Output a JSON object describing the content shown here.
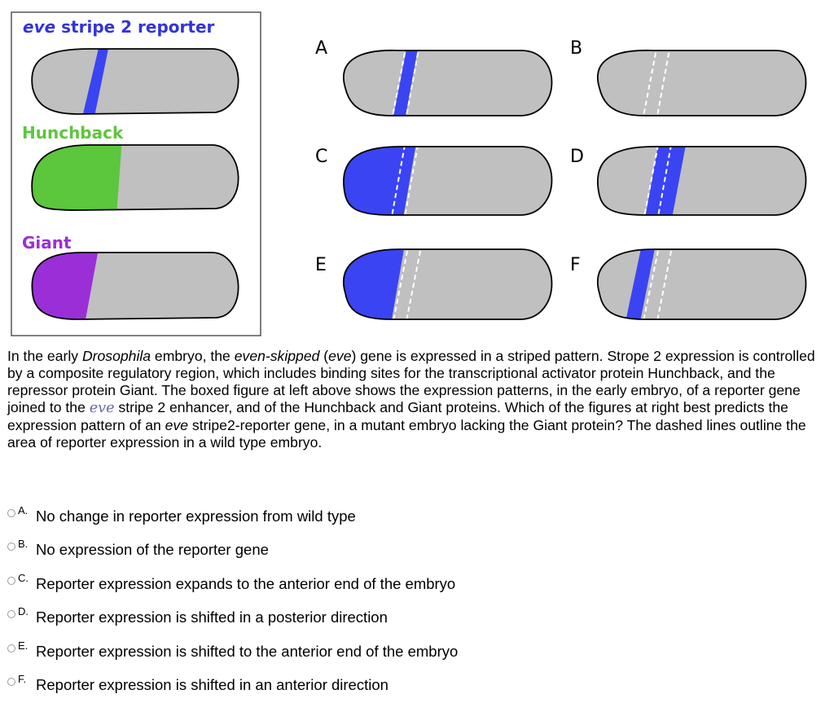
{
  "colors": {
    "embryo_fill": "#c0c0c0",
    "eve_stripe": "#3b44f2",
    "hunchback": "#5cc63c",
    "giant": "#9a2fd8",
    "title_blue": "#3333dd",
    "dashed": "#ffffff"
  },
  "legend_box": {
    "eve_label_italic": "eve",
    "eve_label_rest": " stripe 2 reporter",
    "hunchback_label": "Hunchback",
    "giant_label": "Giant"
  },
  "panels": [
    "A",
    "B",
    "C",
    "D",
    "E",
    "F"
  ],
  "question": {
    "part1": "In the early ",
    "part2_italic": "Drosophila",
    "part3": " embryo, the ",
    "part4_italic": "even-skipped",
    "part5": " (",
    "part6_italic": "eve",
    "part7": ") gene is expressed in a striped pattern. Strope 2 expression is controlled by a composite regulatory region, which includes binding sites for the transcriptional activator protein Hunchback, and the repressor protein Giant. The boxed figure at left above shows the expression patterns, in the early embryo, of a reporter gene joined to the ",
    "part8_italic": "eve",
    "part9": " stripe 2 enhancer, and of the Hunchback and Giant proteins.  Which of the figures at right best predicts the expression pattern of an ",
    "part10_italic": "eve",
    "part11": " stripe2-reporter gene, in a mutant embryo lacking the Giant protein? The dashed lines outline the area of reporter expression in a wild type embryo."
  },
  "options": [
    {
      "letter": "A.",
      "text": "No change in reporter expression from wild type"
    },
    {
      "letter": "B.",
      "text": "No expression of the reporter gene"
    },
    {
      "letter": "C.",
      "text": "Reporter expression expands to the anterior end of the embryo"
    },
    {
      "letter": "D.",
      "text": "Reporter expression is shifted in a posterior direction"
    },
    {
      "letter": "E.",
      "text": "Reporter expression is shifted to the anterior end of the embryo"
    },
    {
      "letter": "F.",
      "text": "Reporter expression is shifted in an anterior direction"
    }
  ]
}
